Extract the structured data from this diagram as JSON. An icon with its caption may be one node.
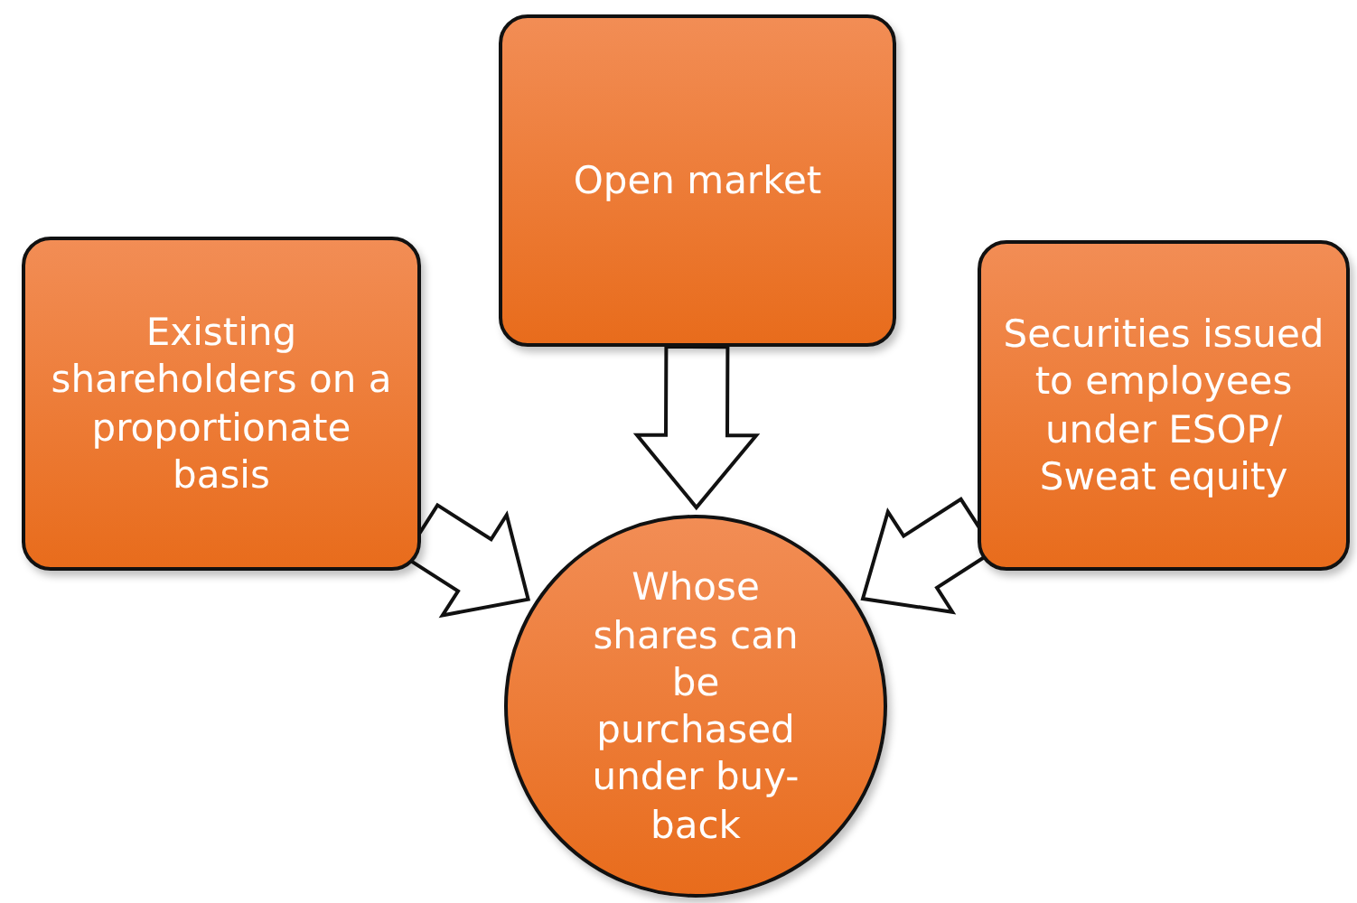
{
  "diagram": {
    "nodes": [
      {
        "text": [
          "Existing shareholders on a proportionate basis"
        ]
      },
      {
        "text": [
          "Open market"
        ]
      },
      {
        "text": [
          "Securities issued to employees under ESOP/ Sweat equity"
        ]
      },
      {
        "text": [
          "Whose shares can be purchased under buy-back"
        ]
      }
    ],
    "edges": [
      {
        "from": 0,
        "to": 3,
        "arrow": "to"
      },
      {
        "from": 1,
        "to": 3,
        "arrow": "to"
      },
      {
        "from": 2,
        "to": 3,
        "arrow": "to"
      }
    ]
  }
}
